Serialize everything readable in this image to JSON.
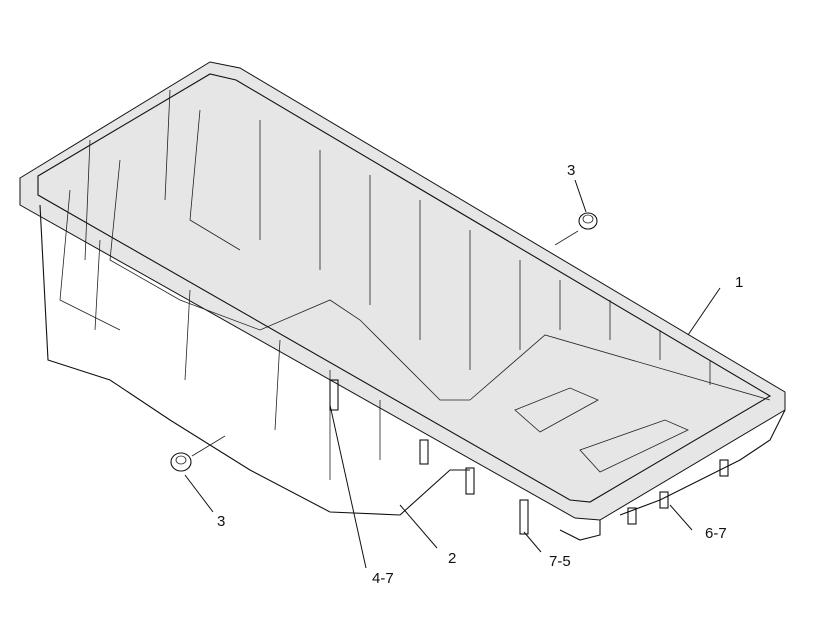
{
  "callouts": {
    "top_right_plug": "3",
    "pan_rim": "1",
    "left_plug": "3",
    "pan_body": "2",
    "stud_left": "4-7",
    "stud_mid": "7-5",
    "stud_right": "6-7"
  }
}
